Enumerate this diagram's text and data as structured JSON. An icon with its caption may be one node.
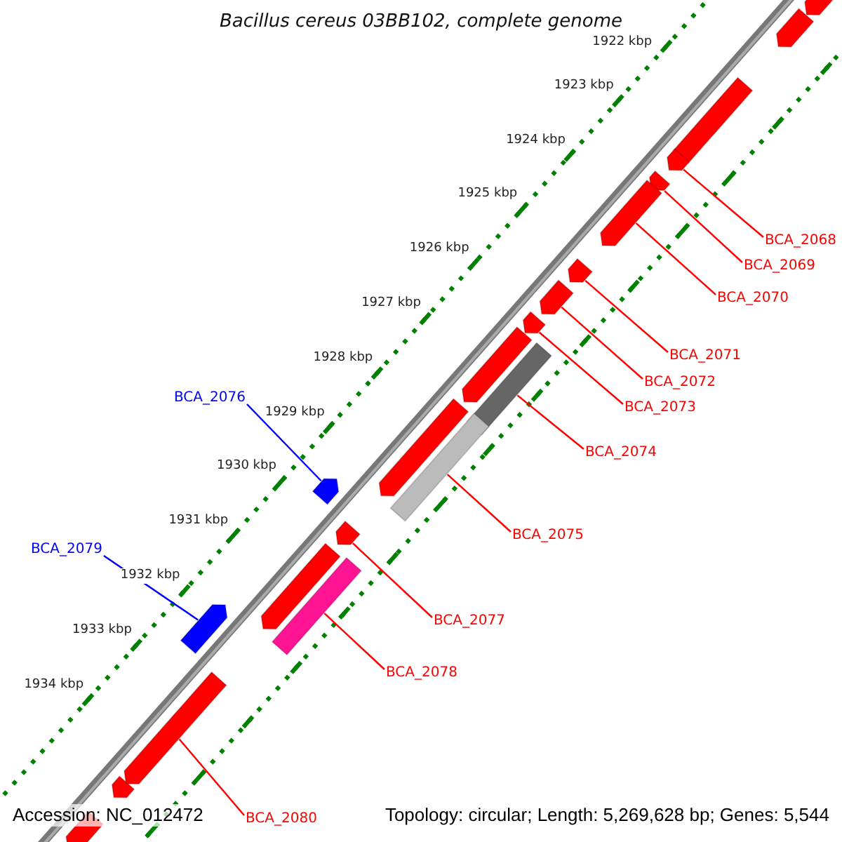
{
  "diagram": {
    "title": "Bacillus cereus 03BB102, complete genome",
    "nodes": [
      {
        "text": [
          "BCA_2068"
        ]
      },
      {
        "text": [
          "BCA_2069"
        ]
      },
      {
        "text": [
          "BCA_2070"
        ]
      },
      {
        "text": [
          "BCA_2071"
        ]
      },
      {
        "text": [
          "BCA_2072"
        ]
      },
      {
        "text": [
          "BCA_2076"
        ]
      },
      {
        "text": [
          "BCA_2073"
        ]
      },
      {
        "text": [
          "BCA_2074"
        ]
      },
      {
        "text": [
          "BCA_2075"
        ]
      },
      {
        "text": [
          "BCA_2079"
        ]
      },
      {
        "text": [
          "BCA_2077"
        ]
      },
      {
        "text": [
          "BCA_2078"
        ]
      },
      {
        "text": [
          "BCA_2080"
        ]
      },
      {
        "text": [],
        "shape": "pentagon"
      },
      {
        "text": [],
        "shape": "pentagon"
      },
      {
        "text": [],
        "shape": "pentagon"
      },
      {
        "text": [],
        "shape": "pentagon"
      },
      {
        "text": [],
        "shape": "pentagon"
      },
      {
        "text": [],
        "shape": "pentagon"
      },
      {
        "text": [],
        "shape": "pentagon"
      },
      {
        "text": [],
        "shape": "pentagon"
      },
      {
        "text": [],
        "shape": "pentagon"
      },
      {
        "text": [],
        "shape": "pentagon"
      },
      {
        "text": [],
        "shape": "bar"
      },
      {
        "text": [],
        "shape": "pentagon"
      },
      {
        "text": [],
        "shape": "bar"
      },
      {
        "text": [],
        "shape": "pentagon"
      },
      {
        "text": [],
        "shape": "pentagon"
      },
      {
        "text": [],
        "shape": "pentagon"
      },
      {
        "text": [],
        "shape": "bar"
      },
      {
        "text": [],
        "shape": "pentagon"
      },
      {
        "text": [],
        "shape": "pentagon"
      },
      {
        "text": [],
        "shape": "pentagon"
      },
      {
        "text": [],
        "shape": "pentagon"
      }
    ],
    "edges": [
      {
        "from": 0,
        "to": 16,
        "arrow": "none"
      },
      {
        "from": 1,
        "to": 17,
        "arrow": "none"
      },
      {
        "from": 2,
        "to": 18,
        "arrow": "none"
      },
      {
        "from": 3,
        "to": 19,
        "arrow": "none"
      },
      {
        "from": 4,
        "to": 20,
        "arrow": "none"
      },
      {
        "from": 5,
        "to": 26,
        "arrow": "none",
        "color": "#0000ff"
      },
      {
        "from": 6,
        "to": 21,
        "arrow": "none"
      },
      {
        "from": 7,
        "to": 23,
        "arrow": "none"
      },
      {
        "from": 8,
        "to": 25,
        "arrow": "none"
      },
      {
        "from": 9,
        "to": 30,
        "arrow": "none",
        "color": "#0000ff"
      },
      {
        "from": 10,
        "to": 27,
        "arrow": "none"
      },
      {
        "from": 11,
        "to": 29,
        "arrow": "none"
      },
      {
        "from": 12,
        "to": 31,
        "arrow": "none"
      }
    ],
    "labels": [
      "1922 kbp",
      "1923 kbp",
      "1924 kbp",
      "1925 kbp",
      "1926 kbp",
      "1927 kbp",
      "1928 kbp",
      "1929 kbp",
      "1930 kbp",
      "1931 kbp",
      "1932 kbp",
      "1933 kbp",
      "1934 kbp",
      "Accession: NC_012472",
      "Topology: circular; Length: 5,269,628 bp; Genes: 5,544"
    ]
  }
}
